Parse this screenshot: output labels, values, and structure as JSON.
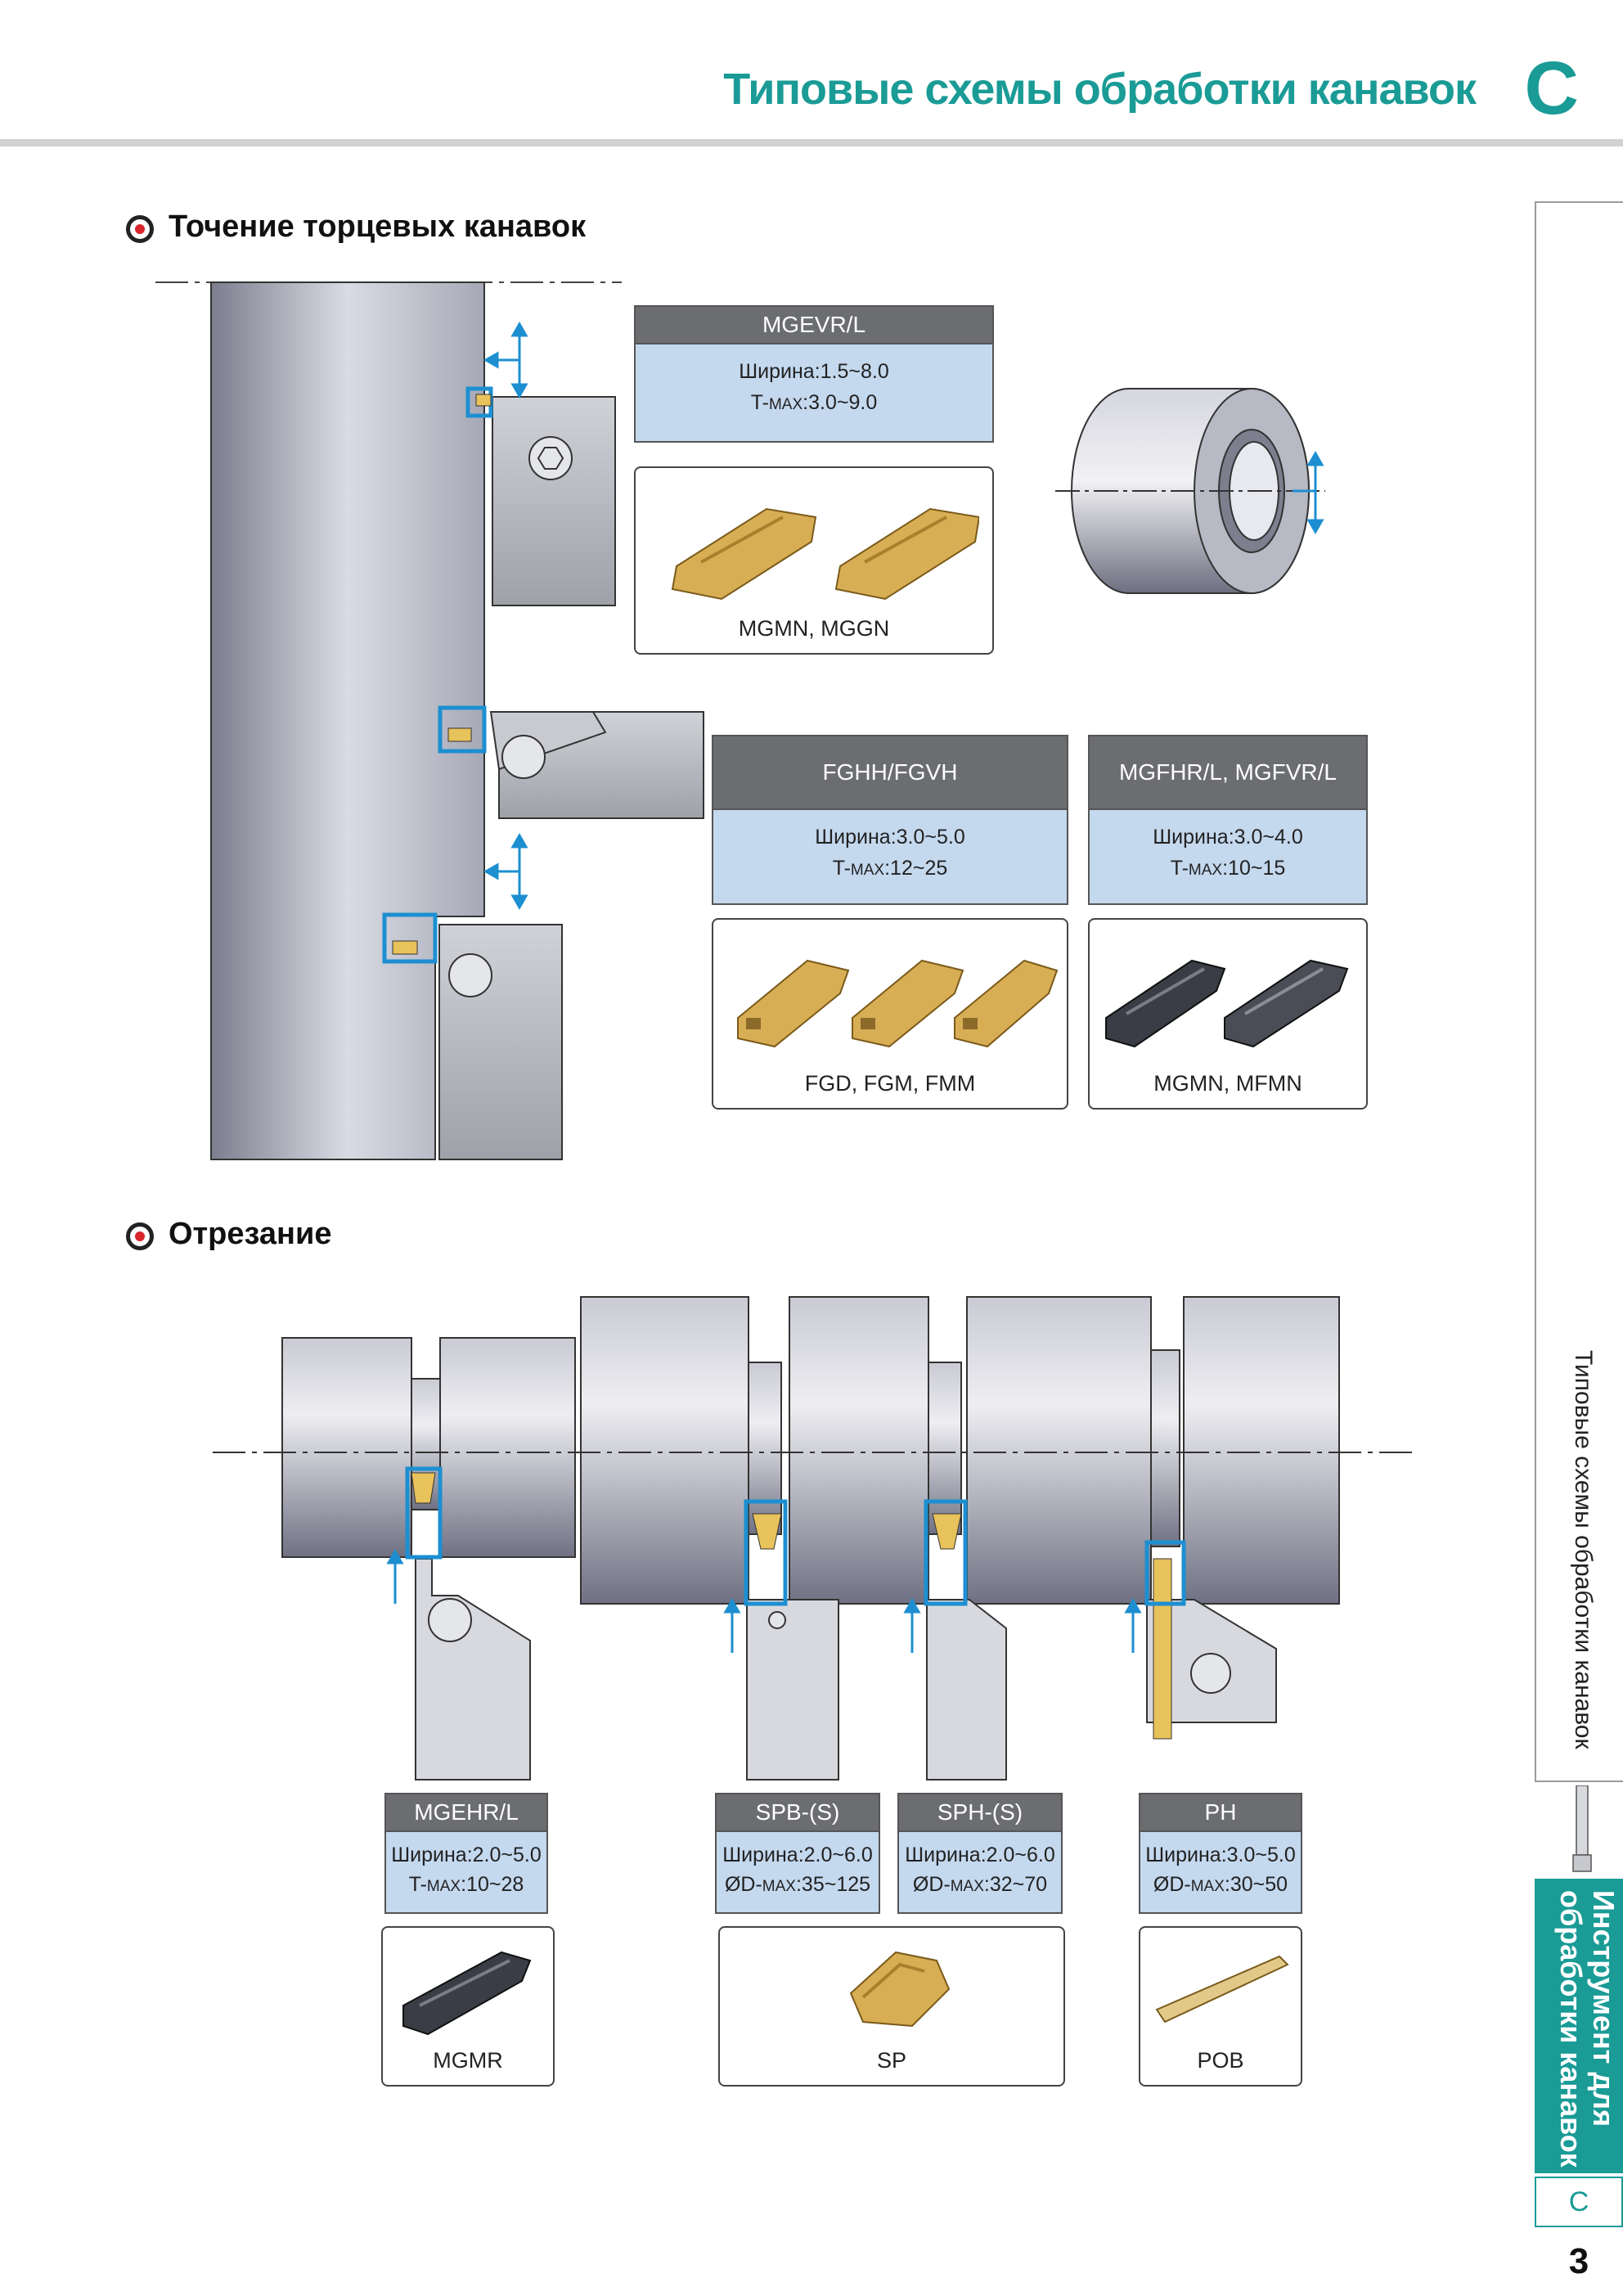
{
  "header": {
    "title": "Типовые схемы обработки канавок",
    "chapter_letter": "C"
  },
  "face_grooving": {
    "section_title": "Точение торцевых канавок",
    "holders": [
      {
        "name": "MGEVR/L",
        "width_label": "Ширина:",
        "width_value": "1.5~8.0",
        "t_label": "T-",
        "t_max": "MAX",
        "t_value": ":3.0~9.0",
        "inserts_caption": "MGMN, MGGN"
      },
      {
        "name": "FGHH/FGVH",
        "width_label": "Ширина:",
        "width_value": "3.0~5.0",
        "t_label": "T-",
        "t_max": "MAX",
        "t_value": ":12~25",
        "inserts_caption": "FGD, FGM, FMM"
      },
      {
        "name": "MGFHR/L, MGFVR/L",
        "width_label": "Ширина:",
        "width_value": "3.0~4.0",
        "t_label": "T-",
        "t_max": "MAX",
        "t_value": ":10~15",
        "inserts_caption": "MGMN, MFMN"
      }
    ]
  },
  "parting": {
    "section_title": "Отрезание",
    "holders": [
      {
        "name": "MGEHR/L",
        "width_label": "Ширина:",
        "width_value": "2.0~5.0",
        "t_label": "T-",
        "t_max": "MAX",
        "t_value": ":10~28"
      },
      {
        "name": "SPB-(S)",
        "width_label": "Ширина:",
        "width_value": "2.0~6.0",
        "t_label": "ØD-",
        "t_max": "MAX",
        "t_value": ":35~125"
      },
      {
        "name": "SPH-(S)",
        "width_label": "Ширина:",
        "width_value": "2.0~6.0",
        "t_label": "ØD-",
        "t_max": "MAX",
        "t_value": ":32~70"
      },
      {
        "name": "PH",
        "width_label": "Ширина:",
        "width_value": "3.0~5.0",
        "t_label": "ØD-",
        "t_max": "MAX",
        "t_value": ":30~50"
      }
    ],
    "insert_captions": [
      "MGMR",
      "SP",
      "POB"
    ]
  },
  "sidebar": {
    "vertical_text": "Типовые схемы обработки канавок",
    "tab_text": "Инструмент для обработки канавок",
    "tab_letter": "C",
    "page_number": "3"
  },
  "colors": {
    "accent": "#1a9b96",
    "spec_head": "#6b6d70",
    "spec_body": "#c4d8ee",
    "insert_gold": "#d8ae55",
    "groove_outline": "#1d8fd1"
  }
}
